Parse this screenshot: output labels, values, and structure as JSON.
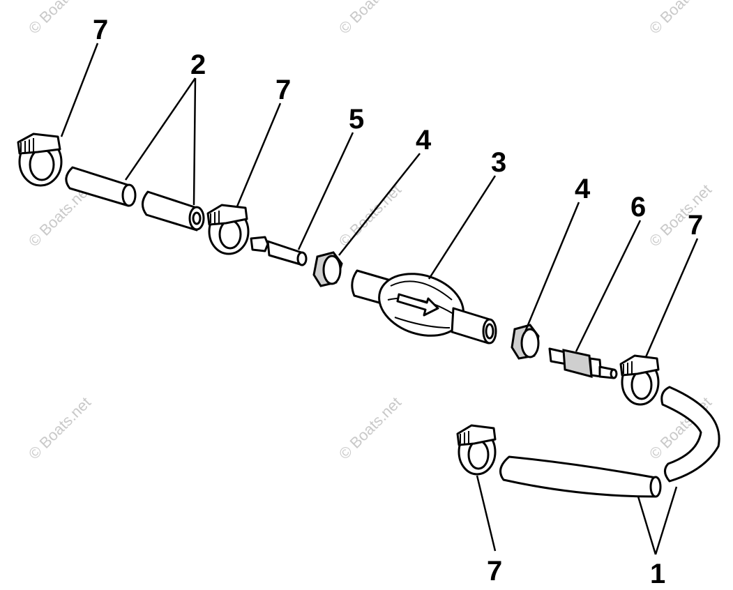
{
  "callouts": {
    "clamp_top_left": "7",
    "hose_upper_pair": "2",
    "clamp_middle": "7",
    "connector_left": "5",
    "ring_left": "4",
    "primer_bulb": "3",
    "ring_right": "4",
    "connector_right": "6",
    "clamp_right": "7",
    "clamp_bottom_left": "7",
    "hose_lower_pair": "1"
  },
  "watermark": "© Boats.net"
}
